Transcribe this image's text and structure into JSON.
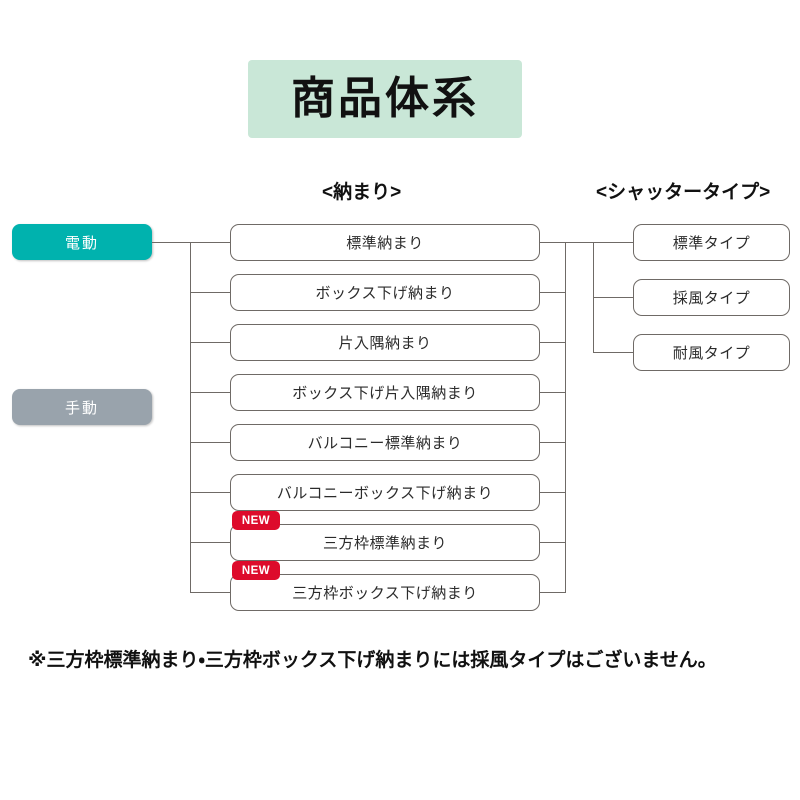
{
  "page": {
    "title": "商品体系",
    "footnote": "※三方枠標準納まり・三方枠ボックス下げ納まりには採風タイプはございません。"
  },
  "colors": {
    "title_background": "#c9e7d7",
    "electric_pill": "#00b2ae",
    "manual_pill": "#99a3ac",
    "new_badge": "#dd0b2b",
    "line": "#6f6a66",
    "box_border": "#6f6a66",
    "text": "#2b2b2b"
  },
  "headers": {
    "osamari": "<納まり>",
    "shutter_type": "<シャッタータイプ>"
  },
  "modes": [
    {
      "label": "電動",
      "color": "#00b2ae"
    },
    {
      "label": "手動",
      "color": "#99a3ac"
    }
  ],
  "osamari_items": [
    {
      "label": "標準納まり",
      "new": false
    },
    {
      "label": "ボックス下げ納まり",
      "new": false
    },
    {
      "label": "片入隅納まり",
      "new": false
    },
    {
      "label": "ボックス下げ片入隅納まり",
      "new": false
    },
    {
      "label": "バルコニー標準納まり",
      "new": false
    },
    {
      "label": "バルコニーボックス下げ納まり",
      "new": false
    },
    {
      "label": "三方枠標準納まり",
      "new": true
    },
    {
      "label": "三方枠ボックス下げ納まり",
      "new": true
    }
  ],
  "shutter_types": [
    {
      "label": "標準タイプ"
    },
    {
      "label": "採風タイプ"
    },
    {
      "label": "耐風タイプ"
    }
  ],
  "badges": {
    "new_label": "NEW"
  }
}
